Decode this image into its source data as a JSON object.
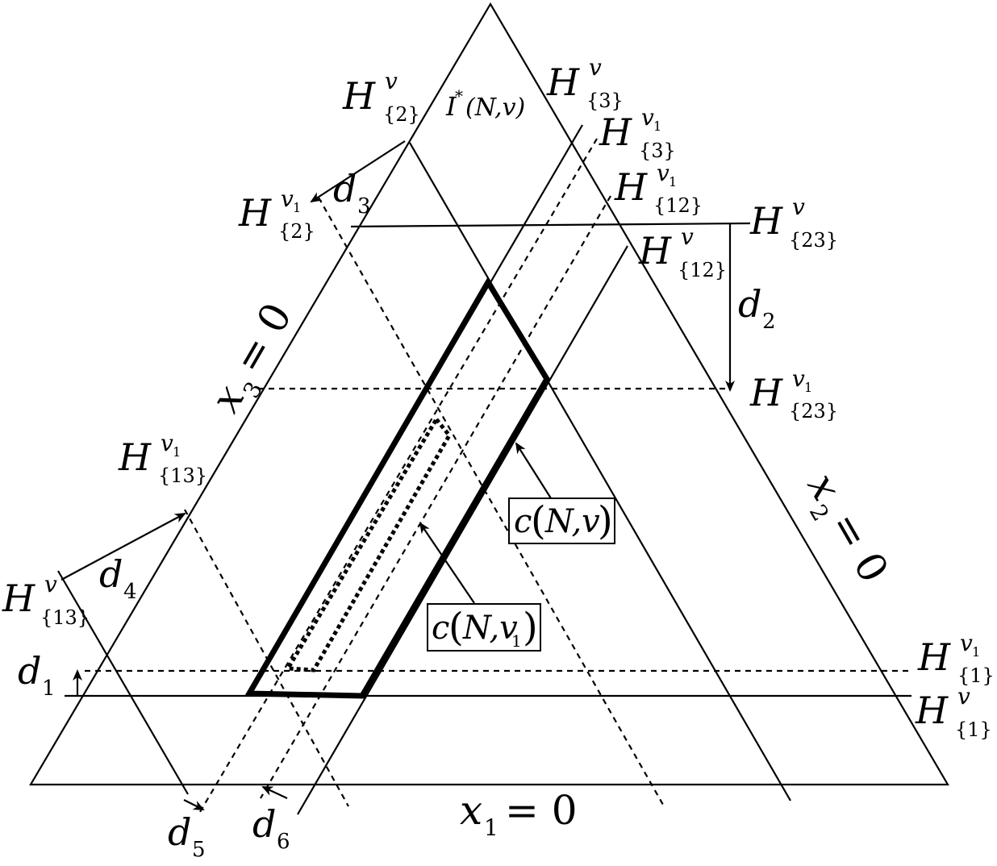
{
  "labels": {
    "H2v": {
      "main": "H",
      "sup": "v",
      "sub": "{2}"
    },
    "Istar": {
      "I": "I",
      "star": "*",
      "args": "(N,v)"
    },
    "H3v": {
      "main": "H",
      "sup": "v",
      "sub": "{3}"
    },
    "H3v1": {
      "main": "H",
      "sup": "v",
      "supsub": "1",
      "sub": "{3}"
    },
    "H2v1": {
      "main": "H",
      "sup": "v",
      "supsub": "1",
      "sub": "{2}"
    },
    "H12v1": {
      "main": "H",
      "sup": "v",
      "supsub": "1",
      "sub": "{12}"
    },
    "H23v": {
      "main": "H",
      "sup": "v",
      "sub": "{23}"
    },
    "H12v": {
      "main": "H",
      "sup": "v",
      "sub": "{12}"
    },
    "H23v1": {
      "main": "H",
      "sup": "v",
      "supsub": "1",
      "sub": "{23}"
    },
    "H13v1": {
      "main": "H",
      "sup": "v",
      "supsub": "1",
      "sub": "{13}"
    },
    "H13v": {
      "main": "H",
      "sup": "v",
      "sub": "{13}"
    },
    "H1v1": {
      "main": "H",
      "sup": "v",
      "supsub": "1",
      "sub": "{1}"
    },
    "H1v": {
      "main": "H",
      "sup": "v",
      "sub": "{1}"
    },
    "d1": {
      "main": "d",
      "sub": "1"
    },
    "d2": {
      "main": "d",
      "sub": "2"
    },
    "d3": {
      "main": "d",
      "sub": "3"
    },
    "d4": {
      "main": "d",
      "sub": "4"
    },
    "d5": {
      "main": "d",
      "sub": "5"
    },
    "d6": {
      "main": "d",
      "sub": "6"
    },
    "x1": {
      "main": "x",
      "sub": "1",
      "rest": "= 0"
    },
    "x2": {
      "main": "x",
      "sub": "2",
      "rest": "= 0"
    },
    "x3": {
      "main": "x",
      "sub": "3",
      "rest": "= 0"
    },
    "cNv": {
      "c": "c",
      "args": "N,v"
    },
    "cNv1": {
      "c": "c",
      "args": "N,v",
      "argsub": "1"
    }
  }
}
